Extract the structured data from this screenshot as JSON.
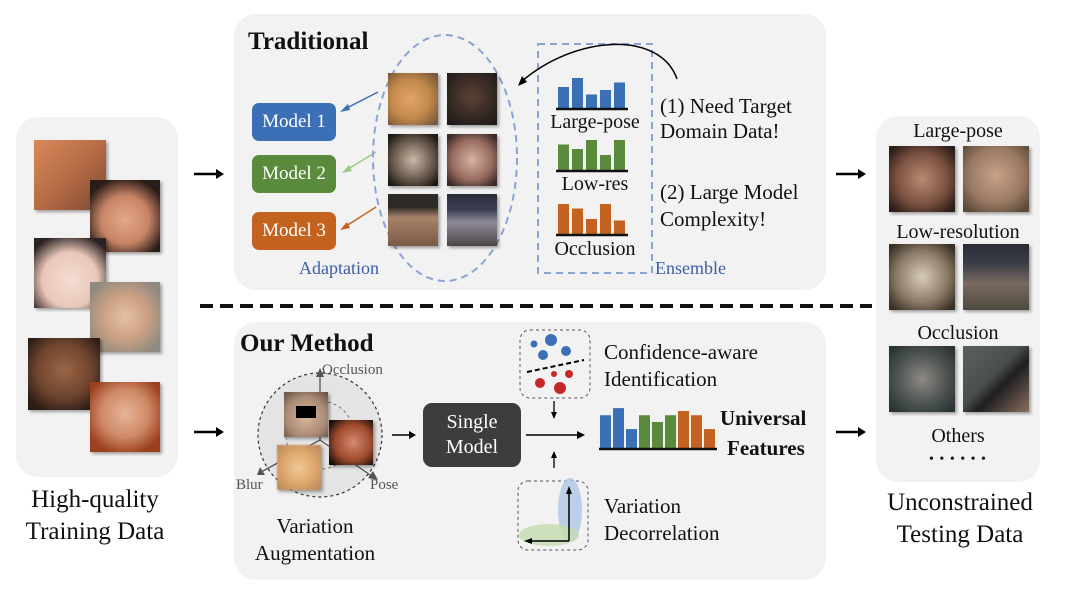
{
  "training": {
    "label_line1": "High-quality",
    "label_line2": "Training Data"
  },
  "traditional": {
    "title": "Traditional",
    "models": [
      {
        "label": "Model 1",
        "color": "#3b6fb6"
      },
      {
        "label": "Model 2",
        "color": "#5a8a3c"
      },
      {
        "label": "Model 3",
        "color": "#c4621f"
      }
    ],
    "adaptation_label": "Adaptation",
    "ensemble_label": "Ensemble",
    "ensemble_items": [
      {
        "label": "Large-pose",
        "color": "#3b6fb6",
        "bars": [
          0.7,
          1.0,
          0.45,
          0.6,
          0.85
        ]
      },
      {
        "label": "Low-res",
        "color": "#5a8a3c",
        "bars": [
          0.85,
          0.7,
          1.0,
          0.5,
          1.0
        ]
      },
      {
        "label": "Occlusion",
        "color": "#c4621f",
        "bars": [
          1.0,
          0.85,
          0.5,
          1.0,
          0.45
        ]
      }
    ],
    "issue1_line1": "(1) Need Target",
    "issue1_line2": "Domain Data!",
    "issue2_line1": "(2) Large Model",
    "issue2_line2": "Complexity!"
  },
  "our_method": {
    "title": "Our Method",
    "axes": {
      "top": "Occlusion",
      "left": "Blur",
      "right": "Pose"
    },
    "variation_line1": "Variation",
    "variation_line2": "Augmentation",
    "single_model_line1": "Single",
    "single_model_line2": "Model",
    "confidence_line1": "Confidence-aware",
    "confidence_line2": "Identification",
    "decorrelation_line1": "Variation",
    "decorrelation_line2": "Decorrelation",
    "universal_line1": "Universal",
    "universal_line2": "Features",
    "universal_bars": [
      {
        "value": 0.78,
        "color": "#3b6fb6"
      },
      {
        "value": 0.95,
        "color": "#3b6fb6"
      },
      {
        "value": 0.45,
        "color": "#3b6fb6"
      },
      {
        "value": 0.78,
        "color": "#5a8a3c"
      },
      {
        "value": 0.62,
        "color": "#5a8a3c"
      },
      {
        "value": 0.78,
        "color": "#5a8a3c"
      },
      {
        "value": 0.88,
        "color": "#c4621f"
      },
      {
        "value": 0.78,
        "color": "#c4621f"
      },
      {
        "value": 0.45,
        "color": "#c4621f"
      }
    ]
  },
  "testing": {
    "categories": [
      "Large-pose",
      "Low-resolution",
      "Occlusion",
      "Others"
    ],
    "ellipsis": "• • • • • •",
    "label_line1": "Unconstrained",
    "label_line2": "Testing Data"
  },
  "colors": {
    "panel_bg": "#f2f2f2",
    "dashed_blue": "#8aa4d6",
    "single_model_bg": "#3d3d3d",
    "scatter_blue": "#3b6fb6",
    "scatter_red": "#c62828"
  }
}
